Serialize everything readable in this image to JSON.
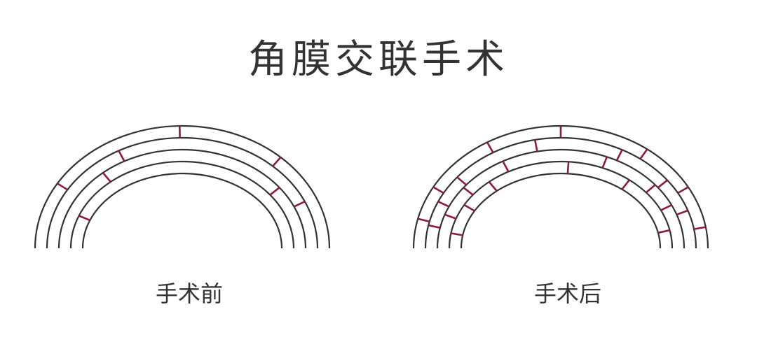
{
  "title": "角膜交联手术",
  "panels": [
    {
      "label": "手术前",
      "state": "before",
      "crosslinks": "few"
    },
    {
      "label": "手术后",
      "state": "after",
      "crosslinks": "many"
    }
  ],
  "colors": {
    "layer_line": "#333333",
    "crosslink": "#8b1c3c",
    "text": "#333333"
  }
}
